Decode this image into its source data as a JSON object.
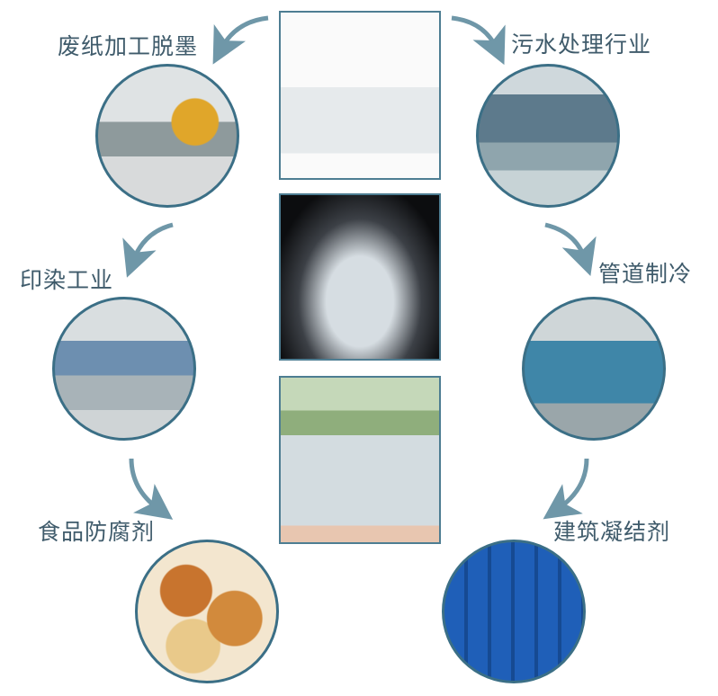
{
  "colors": {
    "label": "#3f5b6b",
    "arrow": "#6f97a8",
    "border": "#3b6f86"
  },
  "applications": [
    {
      "label": "废纸加工脱墨",
      "image": "waste-paper-recycling-photo"
    },
    {
      "label": "污水处理行业",
      "image": "wastewater-treatment-photo"
    },
    {
      "label": "印染工业",
      "image": "textile-dyeing-photo"
    },
    {
      "label": "管道制冷",
      "image": "pipe-refrigeration-photo"
    },
    {
      "label": "食品防腐剂",
      "image": "baked-cakes-photo"
    },
    {
      "label": "建筑凝结剂",
      "image": "blue-chemical-drums-photo"
    }
  ],
  "center_images": [
    "beaker-liquid-photo",
    "flask-liquid-photo",
    "glass-liquid-photo"
  ]
}
